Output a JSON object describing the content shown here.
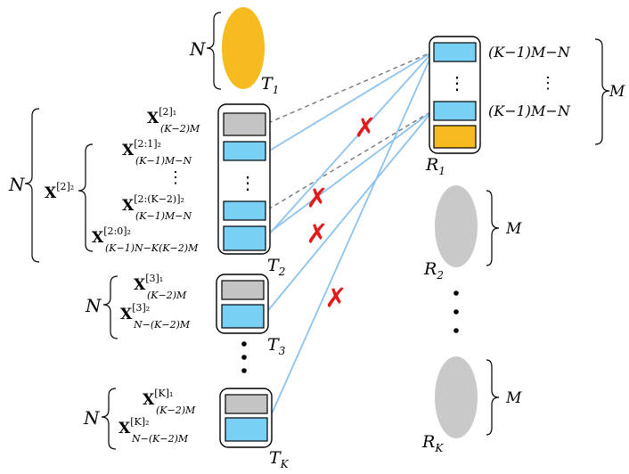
{
  "colors": {
    "gold": "#f5bb1f",
    "gray_ellipse": "#c9c9c9",
    "gray_block": "#c4c4c4",
    "blue_block": "#79d0f5",
    "blue_line": "#8cc3ee",
    "dashed_line": "#777777",
    "cross": "#e01b1b"
  },
  "labels": {
    "N": "N",
    "M": "M",
    "x_bold": "X",
    "t1": "T",
    "t1_sub": "1",
    "t2": "T",
    "t2_sub": "2",
    "t3": "T",
    "t3_sub": "3",
    "tk": "T",
    "tk_sub": "K",
    "r1": "R",
    "r1_sub": "1",
    "r2": "R",
    "r2_sub": "2",
    "rk": "R",
    "rk_sub": "K",
    "r1_top_right": "(K−1)M−N",
    "r1_bottom_right": "(K−1)M−N",
    "x2_sup": "[2]₂",
    "t2_r1_sup": "[2]₁",
    "t2_r1_sub": "(K−2)M",
    "t2_r2_sup": "[2:1]₂",
    "t2_r2_sub": "(K−1)M−N",
    "t2_r3_sup": "[2:(K−2)]₂",
    "t2_r3_sub": "(K−1)M−N",
    "t2_r4_sup": "[2:0]₂",
    "t2_r4_sub": "(K−1)N−K(K−2)M",
    "t3_r1_sup": "[3]₁",
    "t3_r1_sub": "(K−2)M",
    "t3_r2_sup": "[3]₂",
    "t3_r2_sub": "N−(K−2)M",
    "tk_r1_sup": "[K]₁",
    "tk_r1_sub": "(K−2)M",
    "tk_r2_sup": "[K]₂",
    "tk_r2_sub": "N−(K−2)M",
    "vdots": "⋮"
  }
}
